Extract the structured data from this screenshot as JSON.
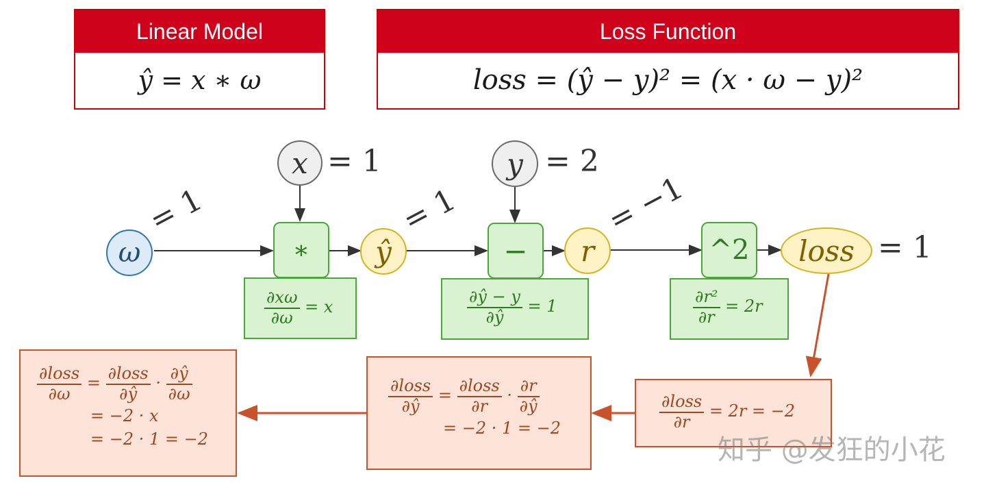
{
  "linear_model": {
    "title": "Linear Model",
    "formula": "ŷ = x ∗ ω"
  },
  "loss_function": {
    "title": "Loss Function",
    "formula": "loss = (ŷ − y)² = (x · ω − y)²"
  },
  "inputs": {
    "x": {
      "symbol": "x",
      "value": "= 1"
    },
    "y": {
      "symbol": "y",
      "value": "= 2"
    }
  },
  "graph": {
    "omega": {
      "symbol": "ω",
      "edge_value": "= 1"
    },
    "multiply": {
      "symbol": "∗"
    },
    "y_hat": {
      "symbol": "ŷ",
      "edge_value": "= 1"
    },
    "subtract": {
      "symbol": "−"
    },
    "r": {
      "symbol": "r",
      "edge_value": "= −1"
    },
    "square": {
      "symbol": "^2"
    },
    "loss": {
      "symbol": "loss",
      "value": "= 1"
    }
  },
  "local_gradients": {
    "multiply": {
      "num": "∂xω",
      "den": "∂ω",
      "result": "= x"
    },
    "subtract": {
      "num": "∂ŷ − y",
      "den": "∂ŷ",
      "result": "= 1"
    },
    "square": {
      "num": "∂r²",
      "den": "∂r",
      "result": "= 2r"
    }
  },
  "backprop": {
    "step1": {
      "num": "∂loss",
      "den": "∂r",
      "result": "= 2r = −2"
    },
    "step2": {
      "lhs_num": "∂loss",
      "lhs_den": "∂ŷ",
      "eq": "=",
      "a_num": "∂loss",
      "a_den": "∂r",
      "dot": "·",
      "b_num": "∂r",
      "b_den": "∂ŷ",
      "line2": "= −2 · 1 = −2"
    },
    "step3": {
      "lhs_num": "∂loss",
      "lhs_den": "∂ω",
      "eq": "=",
      "a_num": "∂loss",
      "a_den": "∂ŷ",
      "dot": "·",
      "b_num": "∂ŷ",
      "b_den": "∂ω",
      "line2": "= −2 · x",
      "line3": "= −2 · 1 = −2"
    }
  },
  "watermark": "知乎 @发狂的小花",
  "colors": {
    "header": "#d0021b",
    "op_green": "#4aa53a",
    "back_orange": "#c8532a"
  }
}
